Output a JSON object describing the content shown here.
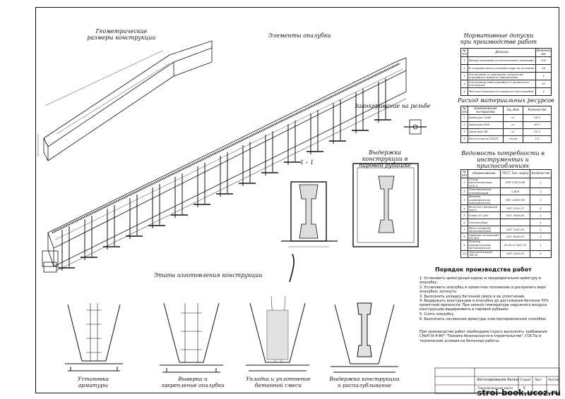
{
  "titles": {
    "geometry": "Геометрические размеры конструкции",
    "formwork_elements": "Элементы опалубки",
    "tolerances": "Нормативные допуски при производстве работ",
    "anchoring": "Заанкеривание на резьбе",
    "resources": "Расход материальных ресурсов",
    "tools": "Ведомость потребности в инструментах и приспособлениях",
    "section": "1 – 1",
    "steam": "Выдержка конструкции в паровой рубашке",
    "stages": "Этапы изготовления конструкции",
    "order": "Порядок производства работ"
  },
  "stage_captions": [
    "Установка арматуры",
    "Выверка и закрепление опалубки",
    "Укладка и уплотнение бетонной смеси",
    "Выдержка конструкции и распалубливание"
  ],
  "tolerances_table": {
    "headers": [
      "№ п/п",
      "Допуски",
      "Величина мм"
    ],
    "rows": [
      [
        "1",
        "Между опорными установочными стержнями",
        "100"
      ],
      [
        "2",
        "В отправке места опалубки надо не на менее",
        "±5"
      ],
      [
        "3",
        "Отклонения от вертикали плоскостей опалубки и линий их пересечения",
        "5"
      ],
      [
        "4",
        "Отклонения осей опалубки от проектного положения",
        "10"
      ],
      [
        "5",
        "Местные неровности поверхностей опалубки",
        "3"
      ]
    ]
  },
  "resources_table": {
    "headers": [
      "№ п/п",
      "Наименование материалов",
      "Ед. Изм",
      "Количество"
    ],
    "rows": [
      [
        "1",
        "Арматура 12АIII",
        "кг",
        "58.3"
      ],
      [
        "2",
        "Арматура 2АIII",
        "кг",
        "83.7"
      ],
      [
        "3",
        "Арматура 3ВI",
        "кг",
        "15.3"
      ],
      [
        "4",
        "Бетон класса С20/25",
        "тонна",
        "2.5"
      ]
    ]
  },
  "tools_table": {
    "headers": [
      "№ п/п",
      "Наименование",
      "ГОСТ, Тип, марка",
      "Количество"
    ],
    "rows": [
      [
        "1",
        "Стенд расположенный ПСК-5",
        "ПОТ 23013-85",
        "1"
      ],
      [
        "2",
        "Трансформатор понижающий",
        "С-620",
        "1"
      ],
      [
        "3",
        "Машина шлифовальная электрическая",
        "ПБТ 12633-90",
        "1"
      ],
      [
        "4",
        "Молоток слесарный тип 2",
        "ПОТ 2310-77",
        "2"
      ],
      [
        "5",
        "Отвес ОТ-400",
        "ПОТ 7948-80",
        "1"
      ],
      [
        "6",
        "Плоскогубцы",
        "",
        "1"
      ],
      [
        "7",
        "Метр складной металлический",
        "ПОТ 7247-84",
        "1"
      ],
      [
        "8",
        "Нивелир оптический Н3-303",
        "ПОТ 9416-83",
        "1"
      ],
      [
        "9",
        "Рулетка измерительная металлическая",
        "ТУ 25-17-003-73",
        "1"
      ],
      [
        "10",
        "Лом монтажный ЛМ-24",
        "ПОТ 1405-83",
        "2"
      ]
    ]
  },
  "order_steps": [
    "1. Установить арматурный каркас и предварительно арматуру в опалубку.",
    "2. Установить опалубку в проектное положение и раскрепить верх опалубки; затянуть.",
    "3. Выполнить укладку бетонной смеси и ее уплотнение.",
    "4. Выдержать конструкцию в опалубке до достижения бетоном 70% проектной прочности. При низкой температуре наружного воздуха конструкцию выдерживать в паровой рубашке.",
    "5. Снять опалубку.",
    "6. Выполнить натяжение арматуры электротермическим способом."
  ],
  "note": "При производстве работ необходимо строго выполнять требования СНиП III-4-80* \"Техника безопасности в строительстве\", ГОСТы и технические условия на бетонные работы.",
  "stamp": {
    "title": "Бетонирование балки",
    "subtitle": "Технологическая карта",
    "stage_label": "Стадия",
    "sheet_label": "Лист",
    "sheets_label": "Листов",
    "stage_value": "У"
  },
  "watermark": "stroi-book.ucoz.ru"
}
